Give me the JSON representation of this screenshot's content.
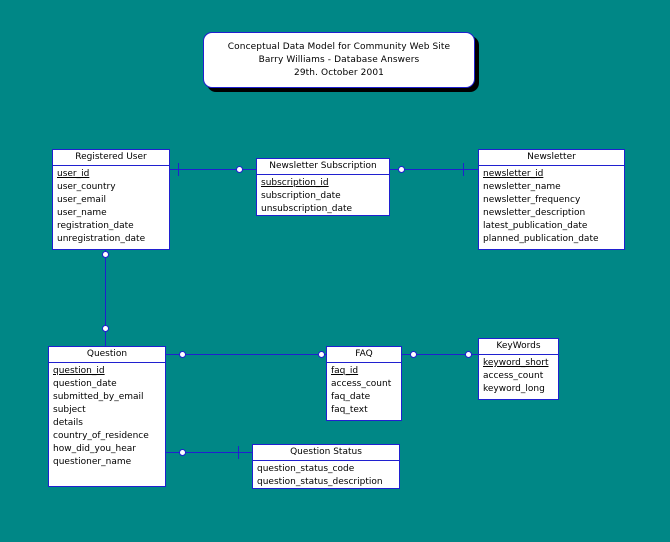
{
  "diagram": {
    "background_color": "#008786",
    "entity_border_color": "#2020cf",
    "entity_fill_color": "#ffffff",
    "connector_color": "#2020cf"
  },
  "title_block": {
    "line1": "Conceptual Data Model for Community Web Site",
    "line2": "Barry Williams - Database Answers",
    "line3": "29th. October 2001"
  },
  "entities": [
    {
      "key": "registered_user",
      "name": "Registered User",
      "attributes": [
        {
          "label": "user_id",
          "pk": true
        },
        {
          "label": "user_country",
          "pk": false
        },
        {
          "label": "user_email",
          "pk": false
        },
        {
          "label": "user_name",
          "pk": false
        },
        {
          "label": "registration_date",
          "pk": false
        },
        {
          "label": "unregistration_date",
          "pk": false
        }
      ]
    },
    {
      "key": "newsletter_subscription",
      "name": "Newsletter Subscription",
      "attributes": [
        {
          "label": "subscription_id",
          "pk": true
        },
        {
          "label": "subscription_date",
          "pk": false
        },
        {
          "label": "unsubscription_date",
          "pk": false
        }
      ]
    },
    {
      "key": "newsletter",
      "name": "Newsletter",
      "attributes": [
        {
          "label": "newsletter_id",
          "pk": true
        },
        {
          "label": "newsletter_name",
          "pk": false
        },
        {
          "label": "newsletter_frequency",
          "pk": false
        },
        {
          "label": "newsletter_description",
          "pk": false
        },
        {
          "label": "latest_publication_date",
          "pk": false
        },
        {
          "label": "planned_publication_date",
          "pk": false
        }
      ]
    },
    {
      "key": "question",
      "name": "Question",
      "attributes": [
        {
          "label": "question_id",
          "pk": true
        },
        {
          "label": "question_date",
          "pk": false
        },
        {
          "label": "submitted_by_email",
          "pk": false
        },
        {
          "label": "subject",
          "pk": false
        },
        {
          "label": "details",
          "pk": false
        },
        {
          "label": "country_of_residence",
          "pk": false
        },
        {
          "label": "how_did_you_hear",
          "pk": false
        },
        {
          "label": "questioner_name",
          "pk": false
        }
      ]
    },
    {
      "key": "faq",
      "name": "FAQ",
      "attributes": [
        {
          "label": "faq_id",
          "pk": true
        },
        {
          "label": "access_count",
          "pk": false
        },
        {
          "label": "faq_date",
          "pk": false
        },
        {
          "label": "faq_text",
          "pk": false
        }
      ]
    },
    {
      "key": "keywords",
      "name": "KeyWords",
      "attributes": [
        {
          "label": "keyword_short",
          "pk": true
        },
        {
          "label": "access_count",
          "pk": false
        },
        {
          "label": "keyword_long",
          "pk": false
        }
      ]
    },
    {
      "key": "question_status",
      "name": "Question Status",
      "attributes": [
        {
          "label": "question_status_code",
          "pk": false
        },
        {
          "label": "question_status_description",
          "pk": false
        }
      ]
    }
  ],
  "relationships": [
    {
      "key": "user-subscription",
      "from": "Registered User",
      "to": "Newsletter Subscription",
      "from_cardinality": "one",
      "to_cardinality": "many"
    },
    {
      "key": "subscription-newsletter",
      "from": "Newsletter Subscription",
      "to": "Newsletter",
      "from_cardinality": "many",
      "to_cardinality": "one"
    },
    {
      "key": "user-question",
      "from": "Registered User",
      "to": "Question",
      "from_cardinality": "one",
      "to_cardinality": "many"
    },
    {
      "key": "question-faq",
      "from": "Question",
      "to": "FAQ",
      "from_cardinality": "many",
      "to_cardinality": "one"
    },
    {
      "key": "faq-keywords",
      "from": "FAQ",
      "to": "KeyWords",
      "from_cardinality": "many",
      "to_cardinality": "many"
    },
    {
      "key": "question-status",
      "from": "Question",
      "to": "Question Status",
      "from_cardinality": "many",
      "to_cardinality": "one"
    }
  ]
}
